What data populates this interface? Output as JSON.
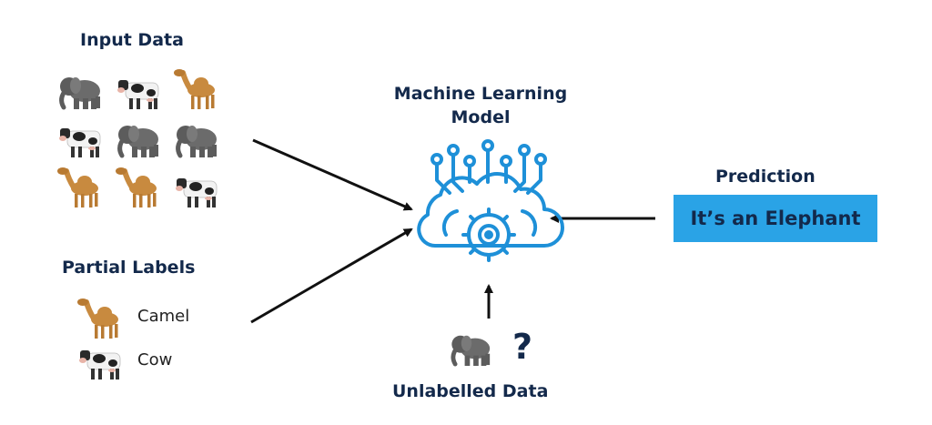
{
  "input_data": {
    "title": "Input Data",
    "grid": [
      [
        "elephant",
        "cow",
        "camel"
      ],
      [
        "cow",
        "elephant",
        "elephant"
      ],
      [
        "camel",
        "camel",
        "cow"
      ]
    ]
  },
  "partial_labels": {
    "title": "Partial Labels",
    "items": [
      {
        "animal": "camel",
        "label": "Camel"
      },
      {
        "animal": "cow",
        "label": "Cow"
      }
    ]
  },
  "model": {
    "title_line1": "Machine Learning",
    "title_line2": "Model",
    "icon": "brain-circuit-gear-icon"
  },
  "prediction": {
    "title": "Prediction",
    "result": "It’s an Elephant"
  },
  "unlabelled": {
    "title": "Unlabelled Data",
    "animal": "elephant",
    "symbol": "?"
  },
  "colors": {
    "text": "#13294b",
    "accent": "#2aa3e6",
    "icon": "#1e90d8",
    "arrow": "#111111"
  }
}
